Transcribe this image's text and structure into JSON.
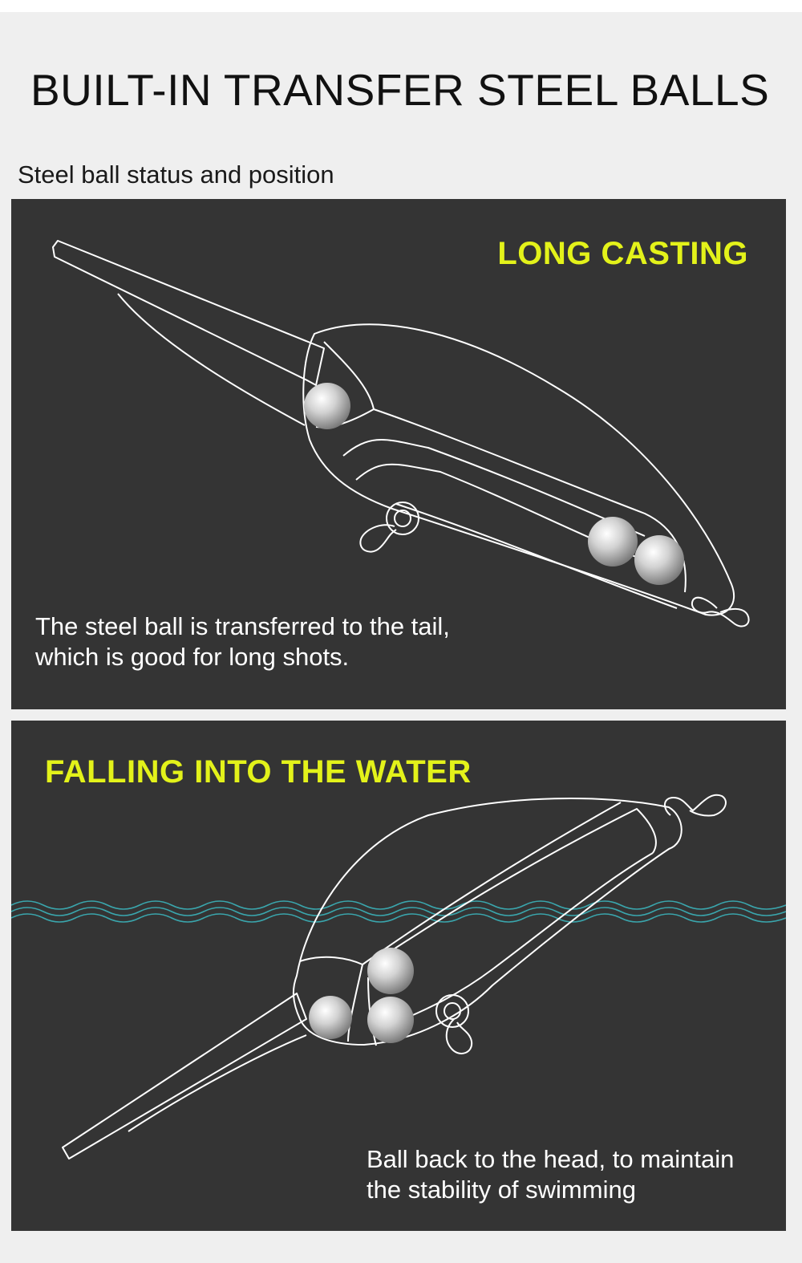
{
  "header": {
    "title": "BUILT-IN TRANSFER STEEL BALLS",
    "subtitle": "Steel ball status and position"
  },
  "panels": [
    {
      "heading": "LONG CASTING",
      "caption_lines": [
        "The steel ball is transferred to the tail,",
        "which is good for long shots."
      ]
    },
    {
      "heading": "FALLING INTO THE WATER",
      "caption_lines": [
        "Ball back to the head, to maintain",
        "the stability of swimming"
      ]
    }
  ],
  "colors": {
    "page_background": "#efefef",
    "panel_background": "#343434",
    "heading_accent": "#e3f21a",
    "line_art": "#ffffff",
    "water_wave": "#3aa6ad"
  }
}
